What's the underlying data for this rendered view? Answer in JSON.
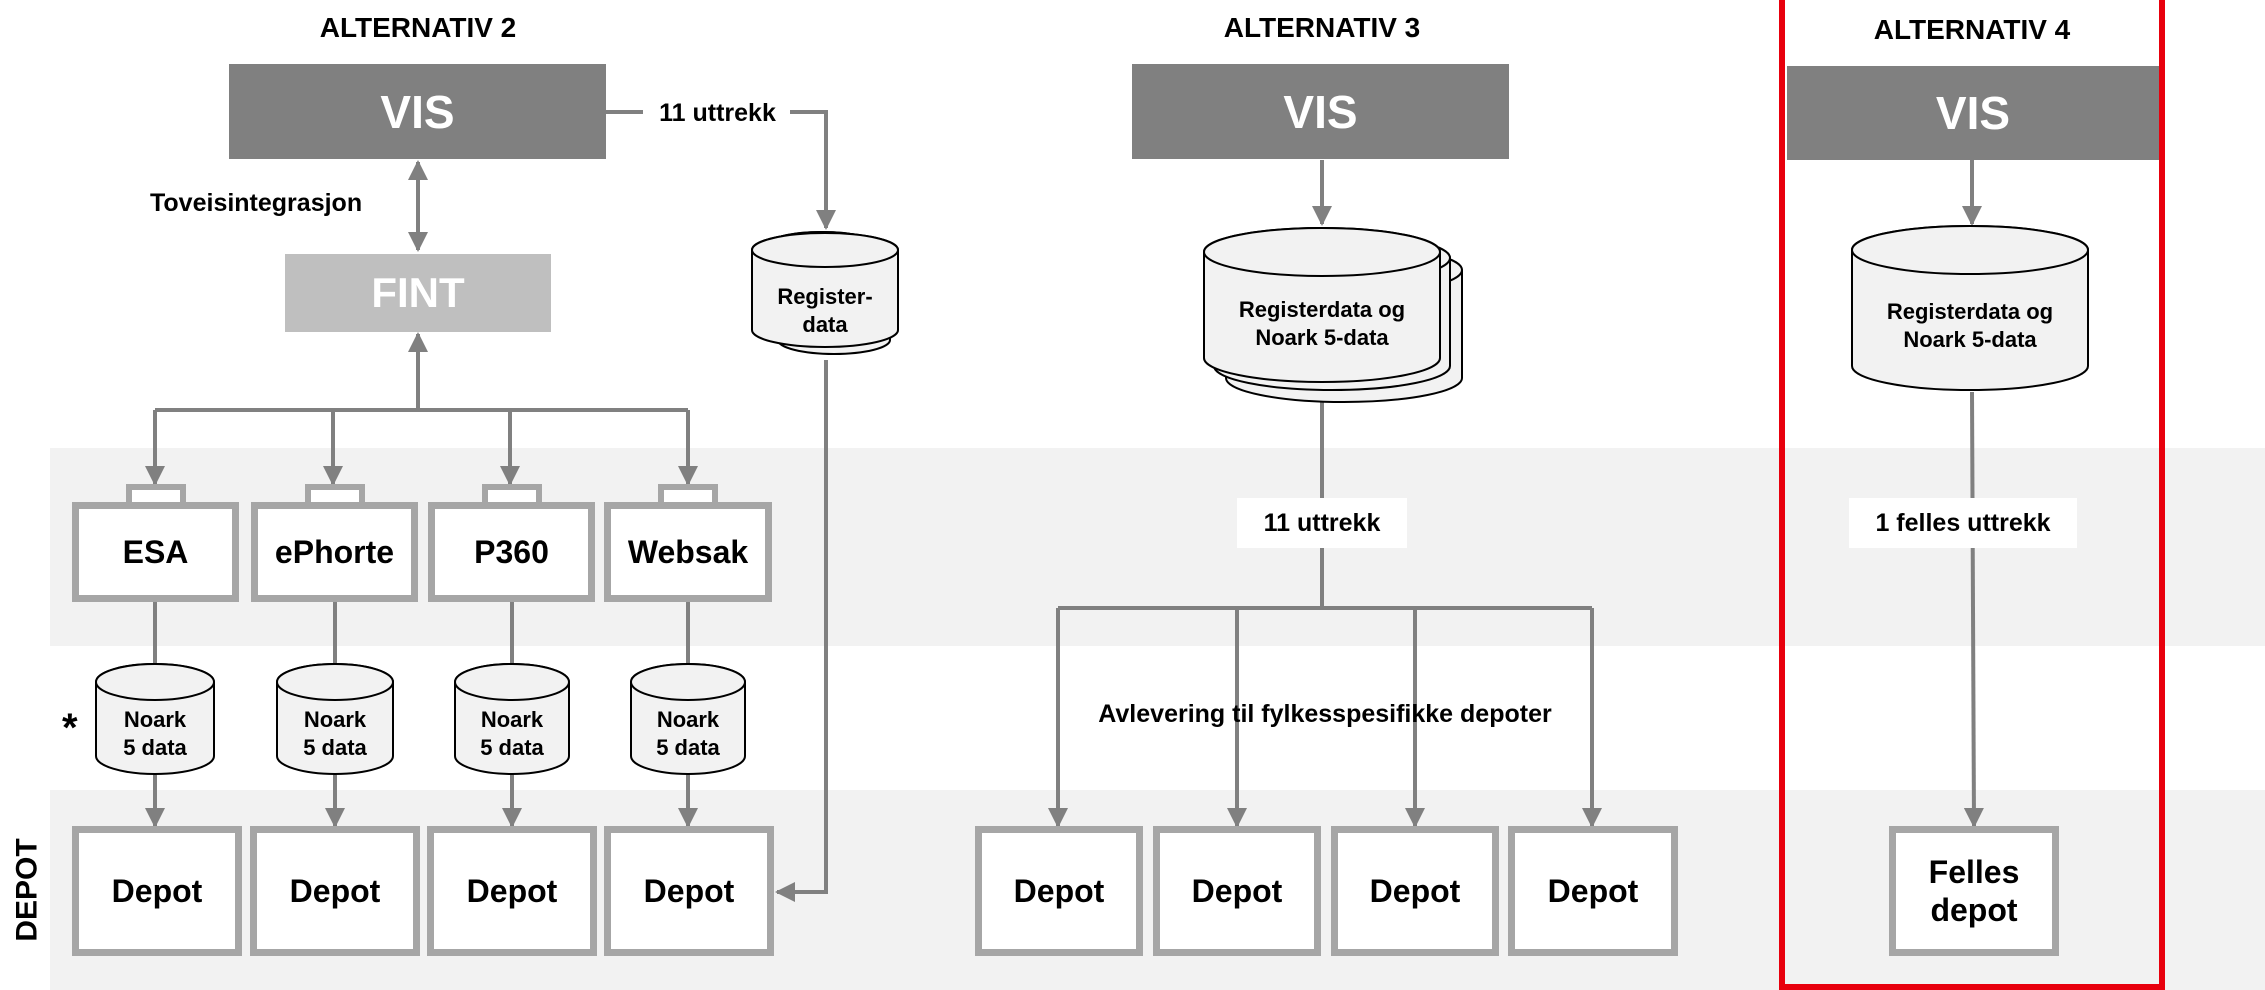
{
  "alt2": {
    "heading": "ALTERNATIV 2",
    "vis": "VIS",
    "extract_label": "11 uttrekk",
    "integration_label": "Toveisintegrasjon",
    "fint": "FINT",
    "register_db": [
      "Register-",
      "data"
    ],
    "systems": [
      "ESA",
      "ePhorte",
      "P360",
      "Websak"
    ],
    "noark_db": [
      "Noark",
      "5 data"
    ],
    "asterisk": "*",
    "depots": [
      "Depot",
      "Depot",
      "Depot",
      "Depot"
    ]
  },
  "alt3": {
    "heading": "ALTERNATIV 3",
    "vis": "VIS",
    "db": [
      "Registerdata og",
      "Noark 5-data"
    ],
    "extract_label": "11 uttrekk",
    "delivery_label": "Avlevering til fylkesspesifikke depoter",
    "depots": [
      "Depot",
      "Depot",
      "Depot",
      "Depot"
    ]
  },
  "alt4": {
    "heading": "ALTERNATIV 4",
    "vis": "VIS",
    "db": [
      "Registerdata og",
      "Noark 5-data"
    ],
    "extract_label": "1 felles uttrekk",
    "depot": [
      "Felles",
      "depot"
    ]
  },
  "side_label": "DEPOT",
  "colors": {
    "band": "#f2f2f2",
    "vis": "#808080",
    "fint": "#bfbfbf",
    "box_border": "#a6a6a6",
    "line": "#808080",
    "highlight": "#e8000d"
  }
}
